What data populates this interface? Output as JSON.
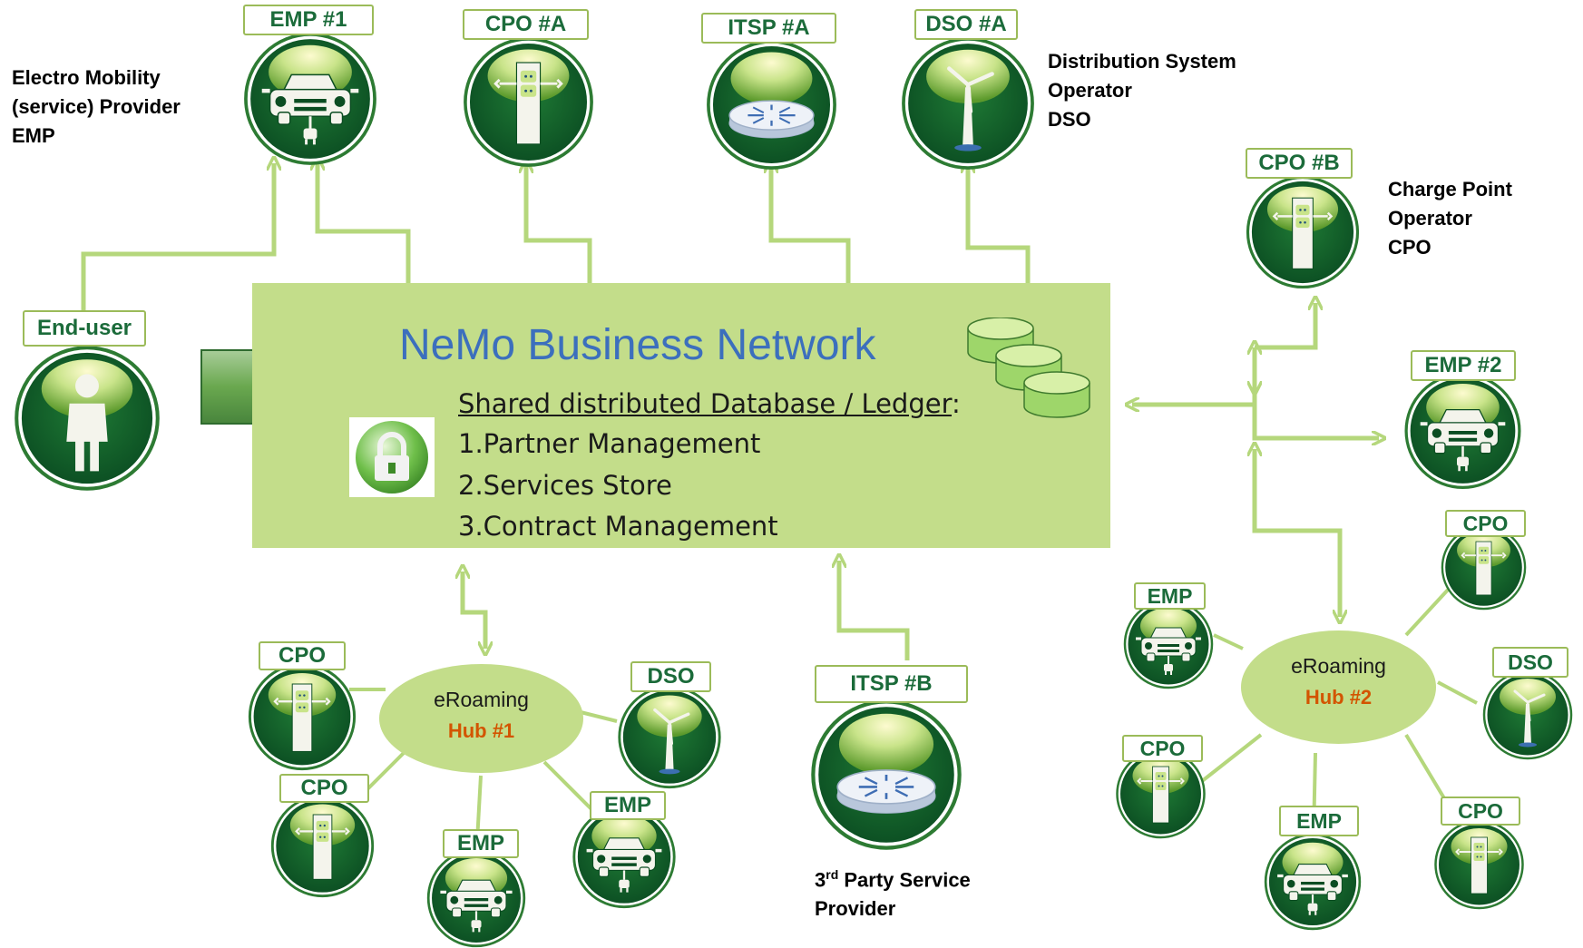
{
  "main": {
    "title": "NeMo Business Network",
    "list_heading": "Shared distributed Database / Ledger",
    "list_heading_suffix": ":",
    "items": [
      "1.Partner Management",
      "2.Services Store",
      "3.Contract Management"
    ]
  },
  "actors": {
    "emp1": {
      "tag": "EMP #1",
      "icon": "car-icon"
    },
    "cpoA": {
      "tag": "CPO #A",
      "icon": "charger-icon"
    },
    "itspA": {
      "tag": "ITSP  #A",
      "icon": "router-icon"
    },
    "dsoA": {
      "tag": "DSO #A",
      "icon": "wind-turbine-icon"
    },
    "cpoB": {
      "tag": "CPO #B",
      "icon": "charger-icon"
    },
    "emp2": {
      "tag": "EMP #2",
      "icon": "car-icon"
    },
    "enduser": {
      "tag": "End-user",
      "icon": "person-icon"
    },
    "itspB": {
      "tag": "ITSP  #B",
      "icon": "router-icon"
    }
  },
  "descriptions": {
    "emp": [
      "Electro Mobility",
      "(service) Provider",
      "EMP"
    ],
    "dso": [
      "Distribution System",
      "Operator",
      "DSO"
    ],
    "cpo": [
      "Charge Point",
      "Operator",
      "CPO"
    ],
    "third_party_main": "3",
    "third_party_sup": "rd",
    "third_party_rest": " Party Service",
    "third_party_line2": "Provider"
  },
  "hub1": {
    "label": "eRoaming",
    "name": "Hub  #1",
    "members": [
      {
        "tag": "CPO",
        "icon": "charger-icon"
      },
      {
        "tag": "CPO",
        "icon": "charger-icon"
      },
      {
        "tag": "EMP",
        "icon": "car-icon"
      },
      {
        "tag": "EMP",
        "icon": "car-icon"
      },
      {
        "tag": "DSO",
        "icon": "wind-turbine-icon"
      }
    ]
  },
  "hub2": {
    "label": "eRoaming",
    "name": "Hub #2",
    "members": [
      {
        "tag": "EMP",
        "icon": "car-icon"
      },
      {
        "tag": "CPO",
        "icon": "charger-icon"
      },
      {
        "tag": "DSO",
        "icon": "wind-turbine-icon"
      },
      {
        "tag": "CPO",
        "icon": "charger-icon"
      },
      {
        "tag": "EMP",
        "icon": "car-icon"
      },
      {
        "tag": "CPO",
        "icon": "charger-icon"
      }
    ]
  },
  "colors": {
    "circle_dark": "#0e5e2b",
    "circle_light": "#5f9d2d",
    "connector": "#b5d77c",
    "box": "#c3dd8a",
    "title": "#3c6fbd",
    "hub_name": "#d35400",
    "tag_text": "#1b6b3a"
  }
}
